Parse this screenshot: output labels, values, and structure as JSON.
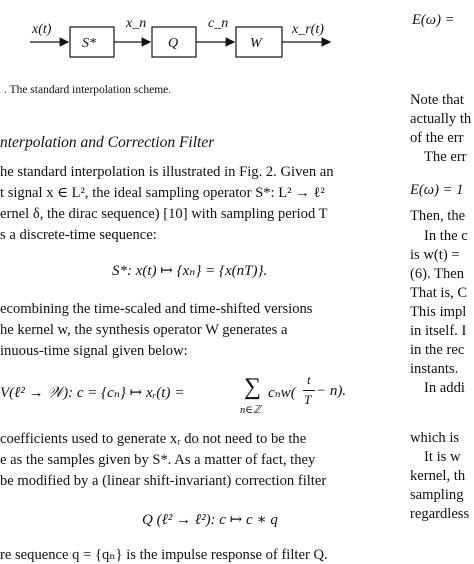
{
  "diagram": {
    "input_label": "x(t)",
    "blocks": [
      {
        "label": "S*"
      },
      {
        "label": "Q"
      },
      {
        "label": "W"
      }
    ],
    "edge_labels": [
      "x_n",
      "c_n"
    ],
    "output_label": "x_r(t)"
  },
  "caption": ". The standard interpolation scheme.",
  "section_heading": "nterpolation and Correction Filter",
  "left_column": {
    "para1": [
      "he standard interpolation is illustrated in Fig. 2. Given an",
      "t signal x ∈ L², the ideal sampling operator S*: L² → ℓ²",
      "ernel δ, the dirac sequence) [10] with sampling period T",
      "s a discrete-time sequence:"
    ],
    "eq1": "S*: x(t) ↦ {xₙ} = {x(nT)}.",
    "para2": [
      "ecombining  the  time-scaled  and  time-shifted  versions",
      "he  kernel  w,  the  synthesis  operator  W  generates  a",
      "inuous-time signal given below:"
    ],
    "eq2_left": "V(ℓ² → 𝒲): c = {cₙ} ↦ xᵣ(t) = ",
    "eq2_sum": "∑",
    "eq2_sub": "n∈ℤ",
    "eq2_right": "cₙw(",
    "eq2_frac_num": "t",
    "eq2_frac_den": "T",
    "eq2_end": " − n).",
    "para3": [
      "coefficients  used  to  generate  xᵣ  do  not  need  to  be  the",
      "e  as  the  samples  given  by  S*.  As  a  matter  of  fact,  they",
      "be modified by a (linear shift-invariant) correction filter"
    ],
    "eq3": "Q (ℓ² → ℓ²): c ↦ c ∗ q",
    "para4": "re sequence q = {qₙ} is the impulse response of filter Q."
  },
  "right_column": {
    "lines": [
      "E(ω) =",
      "Note that",
      "actually th",
      "of the err",
      "The err",
      "E(ω) = 1",
      "Then, the",
      "In the c",
      "is w(t) =",
      "(6). Then",
      "That is, C",
      "This impl",
      "in itself. I",
      "in the rec",
      "instants.",
      "In addi",
      "which is",
      "It is w",
      "kernel, th",
      "sampling",
      "regardless"
    ]
  }
}
